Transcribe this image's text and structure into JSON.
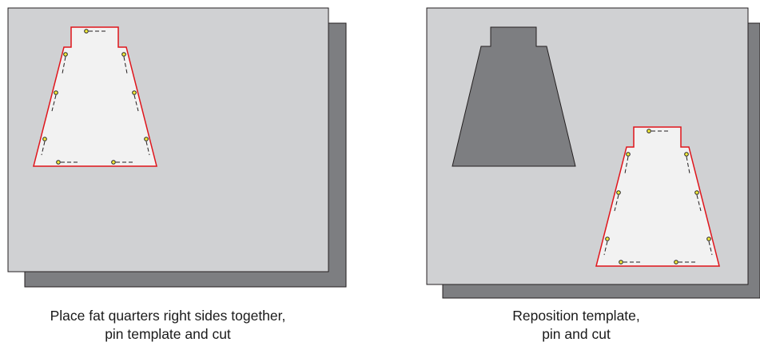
{
  "colors": {
    "fabric_top": "#d0d1d3",
    "fabric_under": "#7d7e81",
    "cut_piece": "#7d7e81",
    "template_fill": "#f2f2f2",
    "template_outline": "#e0141b",
    "pin_head": "#f5ef3d",
    "border": "#231f20"
  },
  "panels": [
    {
      "caption_line1": "Place fat quarters right sides together,",
      "caption_line2": "pin template and cut"
    },
    {
      "caption_line1": "Reposition template,",
      "caption_line2": "pin and cut"
    }
  ]
}
